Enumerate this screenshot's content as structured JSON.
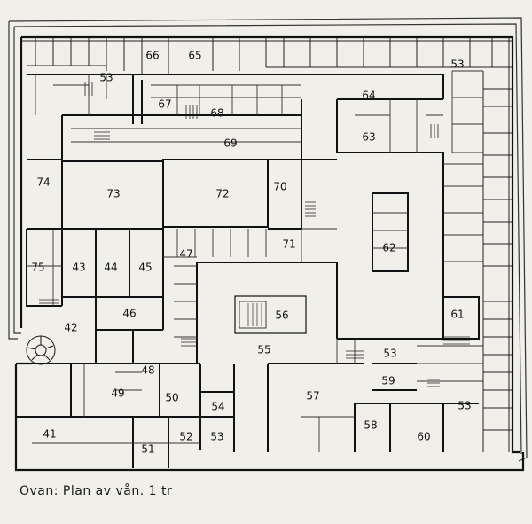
{
  "caption": "Ovan: Plan av vån. 1 tr",
  "rooms": [
    {
      "label": "66"
    },
    {
      "label": "65"
    },
    {
      "label": "53"
    },
    {
      "label": "53"
    },
    {
      "label": "64"
    },
    {
      "label": "67"
    },
    {
      "label": "68"
    },
    {
      "label": "63"
    },
    {
      "label": "69"
    },
    {
      "label": "74"
    },
    {
      "label": "73"
    },
    {
      "label": "72"
    },
    {
      "label": "70"
    },
    {
      "label": "62"
    },
    {
      "label": "71"
    },
    {
      "label": "47"
    },
    {
      "label": "75"
    },
    {
      "label": "43"
    },
    {
      "label": "44"
    },
    {
      "label": "45"
    },
    {
      "label": "46"
    },
    {
      "label": "56"
    },
    {
      "label": "61"
    },
    {
      "label": "42"
    },
    {
      "label": "55"
    },
    {
      "label": "53"
    },
    {
      "label": "48"
    },
    {
      "label": "59"
    },
    {
      "label": "49"
    },
    {
      "label": "50"
    },
    {
      "label": "57"
    },
    {
      "label": "54"
    },
    {
      "label": "53"
    },
    {
      "label": "41"
    },
    {
      "label": "58"
    },
    {
      "label": "60"
    },
    {
      "label": "52"
    },
    {
      "label": "53"
    },
    {
      "label": "51"
    }
  ]
}
